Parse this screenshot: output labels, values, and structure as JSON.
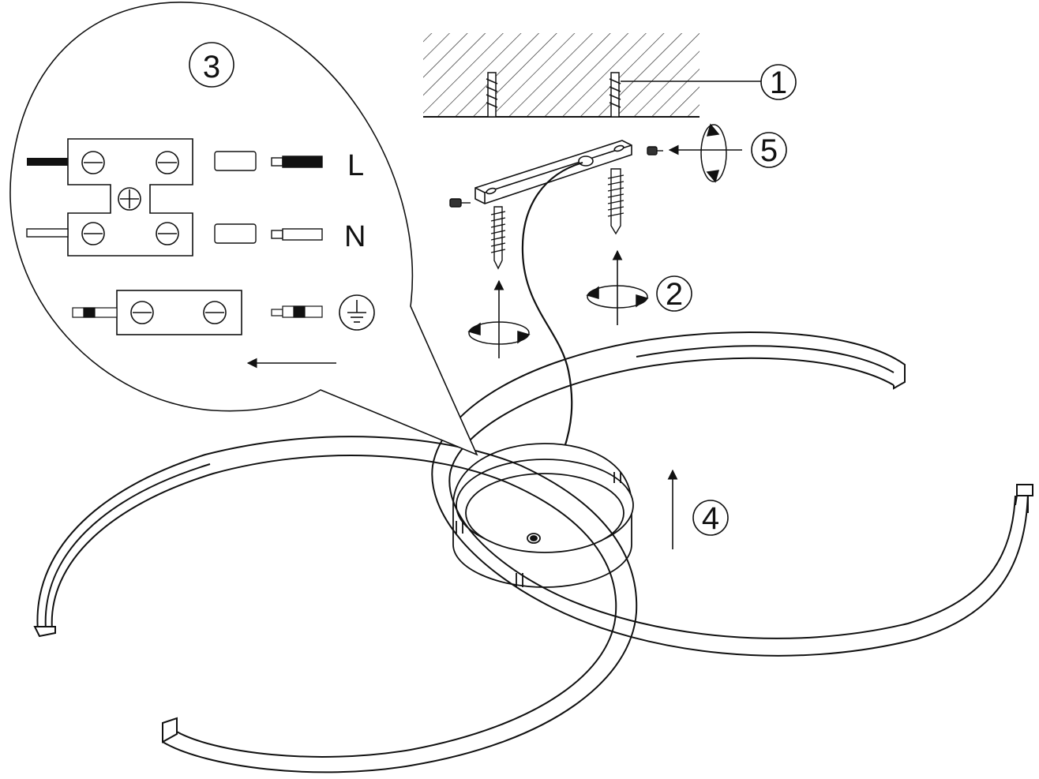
{
  "diagram": {
    "steps": [
      {
        "id": "1",
        "label": "1"
      },
      {
        "id": "2",
        "label": "2"
      },
      {
        "id": "3",
        "label": "3"
      },
      {
        "id": "4",
        "label": "4"
      },
      {
        "id": "5",
        "label": "5"
      }
    ],
    "terminals": {
      "live": "L",
      "neutral": "N",
      "earth_symbol": "protective-earth"
    },
    "colors": {
      "line": "#111111",
      "wire_live": "#111111",
      "wire_neutral": "#ffffff",
      "background": "#ffffff"
    }
  }
}
